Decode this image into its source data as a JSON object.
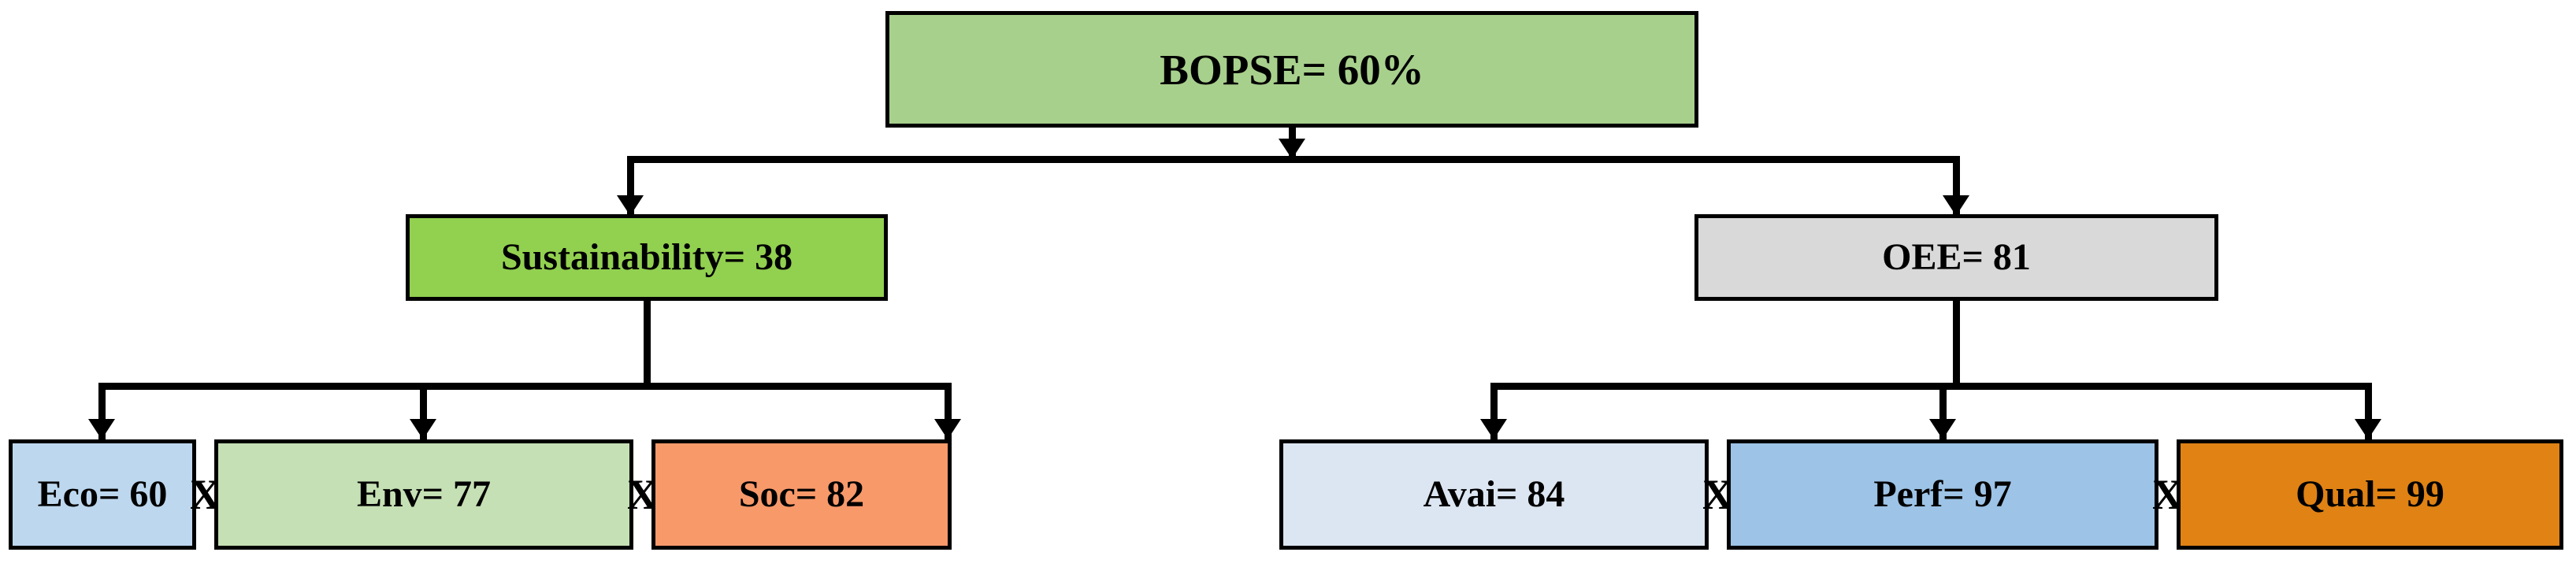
{
  "diagram": {
    "type": "hierarchical-tree",
    "title": "BOPSE hierarchical decomposition",
    "multiply_symbol": "X",
    "root": {
      "id": "root",
      "label": "BOPSE= 60%",
      "name": "BOPSE",
      "value": "60%",
      "color": "#a8d08d"
    },
    "level2": [
      {
        "id": "sustainability",
        "label": "Sustainability= 38",
        "name": "Sustainability",
        "value": "38",
        "color": "#92d050"
      },
      {
        "id": "oee",
        "label": "OEE= 81",
        "name": "OEE",
        "value": "81",
        "color": "#d9d9d9"
      }
    ],
    "level3_left": [
      {
        "id": "eco",
        "label": "Eco= 60",
        "name": "Eco",
        "value": "60",
        "color": "#bdd7ee"
      },
      {
        "id": "env",
        "label": "Env= 77",
        "name": "Env",
        "value": "77",
        "color": "#c5e0b4"
      },
      {
        "id": "soc",
        "label": "Soc= 82",
        "name": "Soc",
        "value": "82",
        "color": "#f8996a"
      }
    ],
    "level3_right": [
      {
        "id": "avai",
        "label": "Avai= 84",
        "name": "Avai",
        "value": "84",
        "color": "#dce6f2"
      },
      {
        "id": "perf",
        "label": "Perf= 97",
        "name": "Perf",
        "value": "97",
        "color": "#9dc3e6"
      },
      {
        "id": "qual",
        "label": "Qual= 99",
        "name": "Qual",
        "value": "99",
        "color": "#e08214"
      }
    ],
    "separators": {
      "s1": "X",
      "s2": "X",
      "s3": "X",
      "s4": "X"
    },
    "colors": {
      "border": "#000000",
      "connector": "#000000",
      "background": "#ffffff",
      "text": "#000000"
    }
  }
}
